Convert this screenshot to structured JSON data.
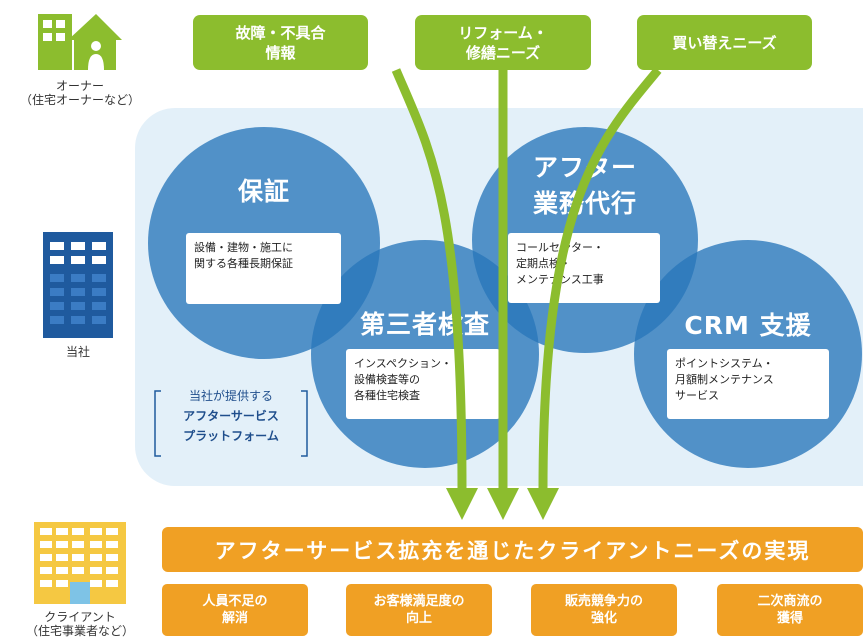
{
  "actors": {
    "owner": {
      "line1": "オーナー",
      "line2": "（住宅オーナーなど）"
    },
    "company": {
      "label": "当社"
    },
    "client": {
      "line1": "クライアント",
      "line2": "（住宅事業者など）"
    }
  },
  "needs": [
    {
      "line1": "故障・不具合",
      "line2": "情報"
    },
    {
      "line1": "リフォーム・",
      "line2": "修繕ニーズ"
    },
    {
      "line1": "買い替えニーズ",
      "line2": ""
    }
  ],
  "services": {
    "warranty": {
      "title": "保証",
      "desc": [
        "設備・建物・施工に",
        "関する各種長期保証"
      ]
    },
    "after": {
      "title1": "アフター",
      "title2": "業務代行",
      "desc": [
        "コールセンター・",
        "定期点検・",
        "メンテナンス工事"
      ]
    },
    "inspection": {
      "title": "第三者検査",
      "desc": [
        "インスペクション・",
        "設備検査等の",
        "各種住宅検査"
      ]
    },
    "crm": {
      "title": "CRM 支援",
      "desc": [
        "ポイントシステム・",
        "月額制メンテナンス",
        "サービス"
      ]
    }
  },
  "platform": {
    "line1": "当社が提供する",
    "line2": "アフターサービス",
    "line3": "プラットフォーム"
  },
  "result": {
    "title": "アフターサービス拡充を通じたクライアントニーズの実現"
  },
  "outcomes": [
    {
      "line1": "人員不足の",
      "line2": "解消"
    },
    {
      "line1": "お客様満足度の",
      "line2": "向上"
    },
    {
      "line1": "販売競争力の",
      "line2": "強化"
    },
    {
      "line1": "二次商流の",
      "line2": "獲得"
    }
  ],
  "colors": {
    "green": "#8cbd2e",
    "blue": "#2876ba",
    "lightBlue": "#e3f0f9",
    "orange": "#f0a024",
    "navy": "#1f5a9e"
  }
}
